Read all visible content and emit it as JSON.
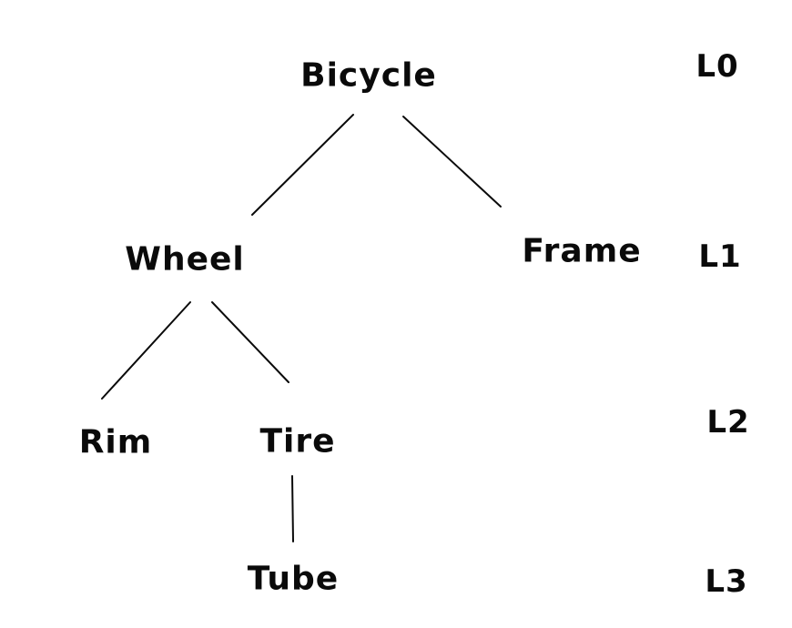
{
  "diagram": {
    "type": "tree",
    "colors": {
      "background": "#ffffff",
      "ink": "#0a0a0a"
    },
    "nodes": {
      "bicycle": {
        "label": "Bicycle",
        "level": "L0"
      },
      "wheel": {
        "label": "Wheel",
        "level": "L1"
      },
      "frame": {
        "label": "Frame",
        "level": "L1"
      },
      "rim": {
        "label": "Rim",
        "level": "L2"
      },
      "tire": {
        "label": "Tire",
        "level": "L2"
      },
      "tube": {
        "label": "Tube",
        "level": "L3"
      }
    },
    "edges": [
      {
        "from": "Bicycle",
        "to": "Wheel"
      },
      {
        "from": "Bicycle",
        "to": "Frame"
      },
      {
        "from": "Wheel",
        "to": "Rim"
      },
      {
        "from": "Wheel",
        "to": "Tire"
      },
      {
        "from": "Tire",
        "to": "Tube"
      }
    ],
    "level_labels": {
      "l0": {
        "label": "L0"
      },
      "l1": {
        "label": "L1"
      },
      "l2": {
        "label": "L2"
      },
      "l3": {
        "label": "L3"
      }
    }
  }
}
